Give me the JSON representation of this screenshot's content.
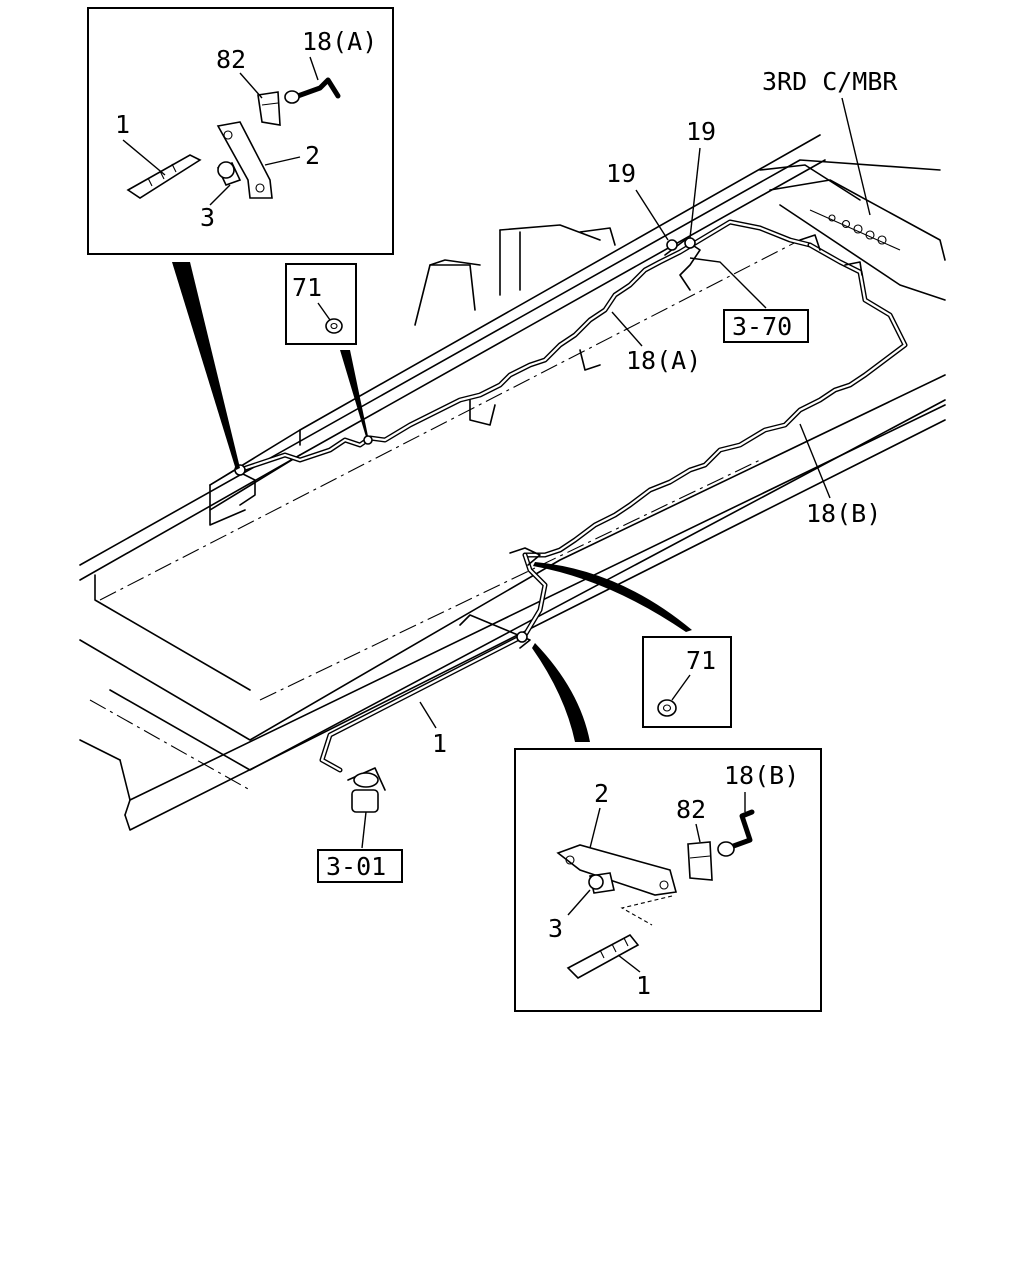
{
  "labels": {
    "third_crossmember": "3RD C/MBR",
    "ref_3_70": "3-70",
    "ref_3_01": "3-01",
    "top_18a": "18(A)",
    "top_82": "82",
    "top_1": "1",
    "top_2": "2",
    "top_3": "3",
    "main_18a": "18(A)",
    "main_18b": "18(B)",
    "main_19_left": "19",
    "main_19_right": "19",
    "main_1": "1",
    "box71_upper": "71",
    "box71_lower": "71",
    "bot_18b": "18(B)",
    "bot_82": "82",
    "bot_2": "2",
    "bot_3": "3",
    "bot_1": "1"
  }
}
